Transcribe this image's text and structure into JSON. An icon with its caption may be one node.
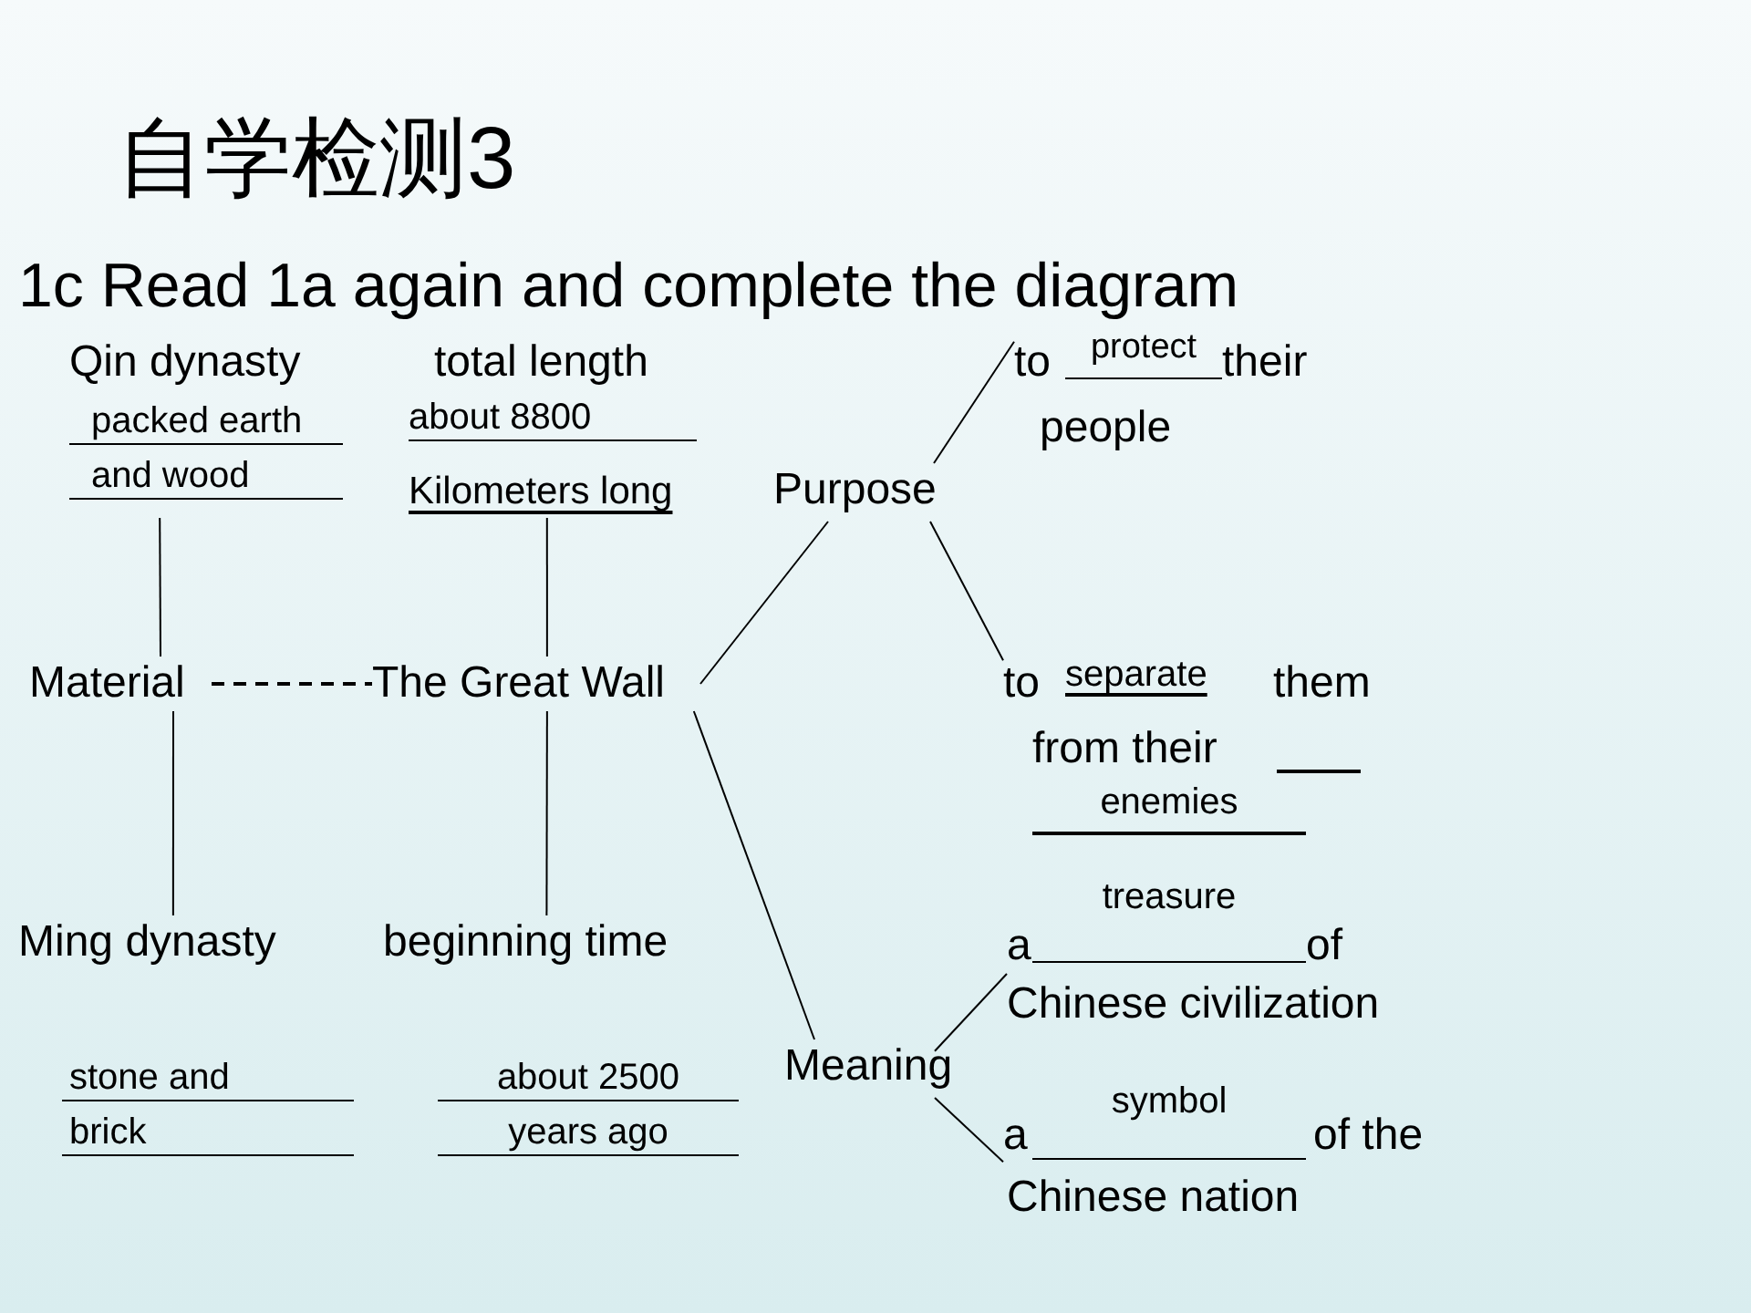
{
  "diagram": {
    "title": "自学检测3",
    "nodes": [
      {
        "text": [
          "Qin dynasty",
          "packed earth and wood"
        ]
      },
      {
        "text": [
          "total length",
          "about 8800",
          "Kilometers long"
        ]
      },
      {
        "text": [
          "Purpose"
        ]
      },
      {
        "text": [
          "to",
          "protect",
          "their",
          "people"
        ]
      },
      {
        "text": [
          "Material"
        ]
      },
      {
        "text": [
          "The Great Wall"
        ]
      },
      {
        "text": [
          "to",
          "separate",
          "them",
          "from their",
          "enemies"
        ]
      },
      {
        "text": [
          "Ming dynasty",
          "stone and brick"
        ]
      },
      {
        "text": [
          "beginning time",
          "about 2500 years ago"
        ]
      },
      {
        "text": [
          "Meaning"
        ]
      },
      {
        "text": [
          "a",
          "treasure",
          "of",
          "Chinese civilization"
        ]
      },
      {
        "text": [
          "a",
          "symbol",
          "of the",
          "Chinese nation"
        ]
      }
    ],
    "edges": [
      {
        "from": 0,
        "to": 4,
        "arrow": "none"
      },
      {
        "from": 1,
        "to": 5,
        "arrow": "none"
      },
      {
        "from": 4,
        "to": 5,
        "arrow": "none",
        "style": "dashed"
      },
      {
        "from": 4,
        "to": 7,
        "arrow": "none"
      },
      {
        "from": 5,
        "to": 8,
        "arrow": "none"
      },
      {
        "from": 5,
        "to": 2,
        "arrow": "none"
      },
      {
        "from": 5,
        "to": 9,
        "arrow": "none"
      },
      {
        "from": 2,
        "to": 3,
        "arrow": "none"
      },
      {
        "from": 2,
        "to": 6,
        "arrow": "none"
      },
      {
        "from": 9,
        "to": 10,
        "arrow": "none"
      },
      {
        "from": 9,
        "to": 11,
        "arrow": "none"
      }
    ],
    "labels": [
      "1c Read 1a again and complete the diagram"
    ]
  }
}
